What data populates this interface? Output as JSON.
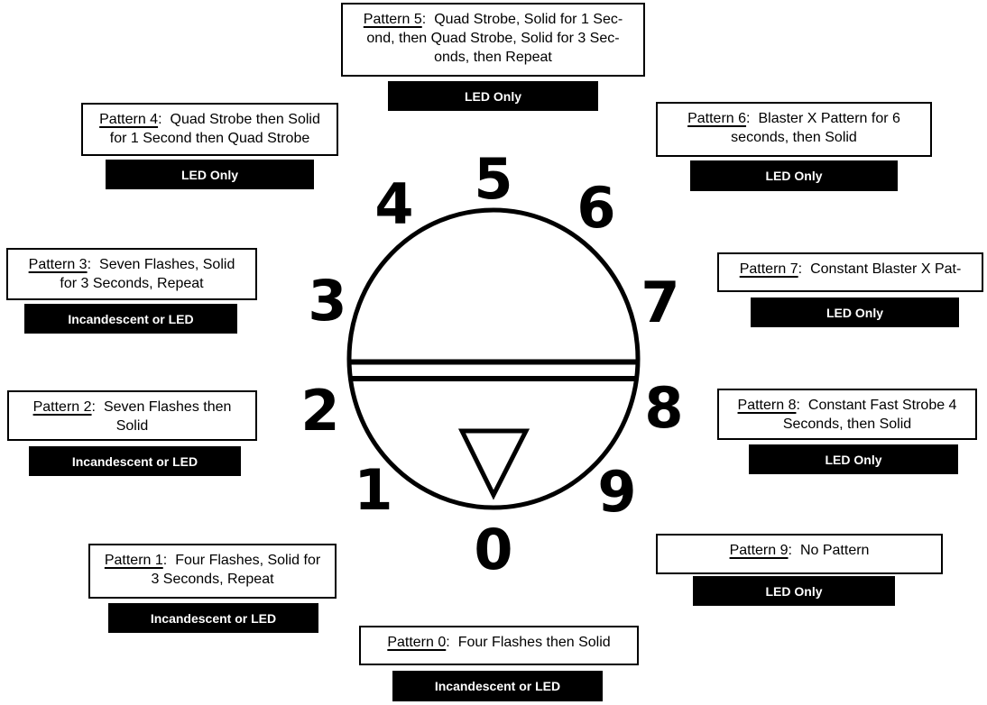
{
  "misc": {
    "colon": ":"
  },
  "dial": {
    "numbers": [
      "0",
      "1",
      "2",
      "3",
      "4",
      "5",
      "6",
      "7",
      "8",
      "9"
    ],
    "pointer_icon": "triangle-down-icon",
    "line_color": "#000000",
    "background_color": "#ffffff"
  },
  "patterns": [
    {
      "label": "Pattern 0",
      "lines": [
        "Four Flashes then Solid"
      ],
      "bulb": "Incandescent or LED"
    },
    {
      "label": "Pattern 1",
      "lines": [
        "Four Flashes, Solid for",
        "3 Seconds, Repeat"
      ],
      "bulb": "Incandescent or LED"
    },
    {
      "label": "Pattern 2",
      "lines": [
        "Seven Flashes then",
        "Solid"
      ],
      "bulb": "Incandescent or LED"
    },
    {
      "label": "Pattern 3",
      "lines": [
        "Seven Flashes, Solid",
        "for 3 Seconds, Repeat"
      ],
      "bulb": "Incandescent or LED"
    },
    {
      "label": "Pattern 4",
      "lines": [
        "Quad Strobe then Solid",
        "for 1 Second then Quad Strobe"
      ],
      "bulb": "LED Only"
    },
    {
      "label": "Pattern 5",
      "lines": [
        "Quad Strobe, Solid for 1 Sec-",
        "ond, then Quad Strobe, Solid for 3 Sec-",
        "onds, then Repeat"
      ],
      "bulb": "LED Only"
    },
    {
      "label": "Pattern 6",
      "lines": [
        "Blaster X Pattern for 6",
        "seconds, then Solid"
      ],
      "bulb": "LED Only"
    },
    {
      "label": "Pattern 7",
      "lines": [
        "Constant Blaster X Pat-"
      ],
      "bulb": "LED Only"
    },
    {
      "label": "Pattern 8",
      "lines": [
        "Constant Fast Strobe 4",
        "Seconds, then Solid"
      ],
      "bulb": "LED Only"
    },
    {
      "label": "Pattern 9",
      "lines": [
        "No Pattern"
      ],
      "bulb": "LED Only"
    }
  ]
}
